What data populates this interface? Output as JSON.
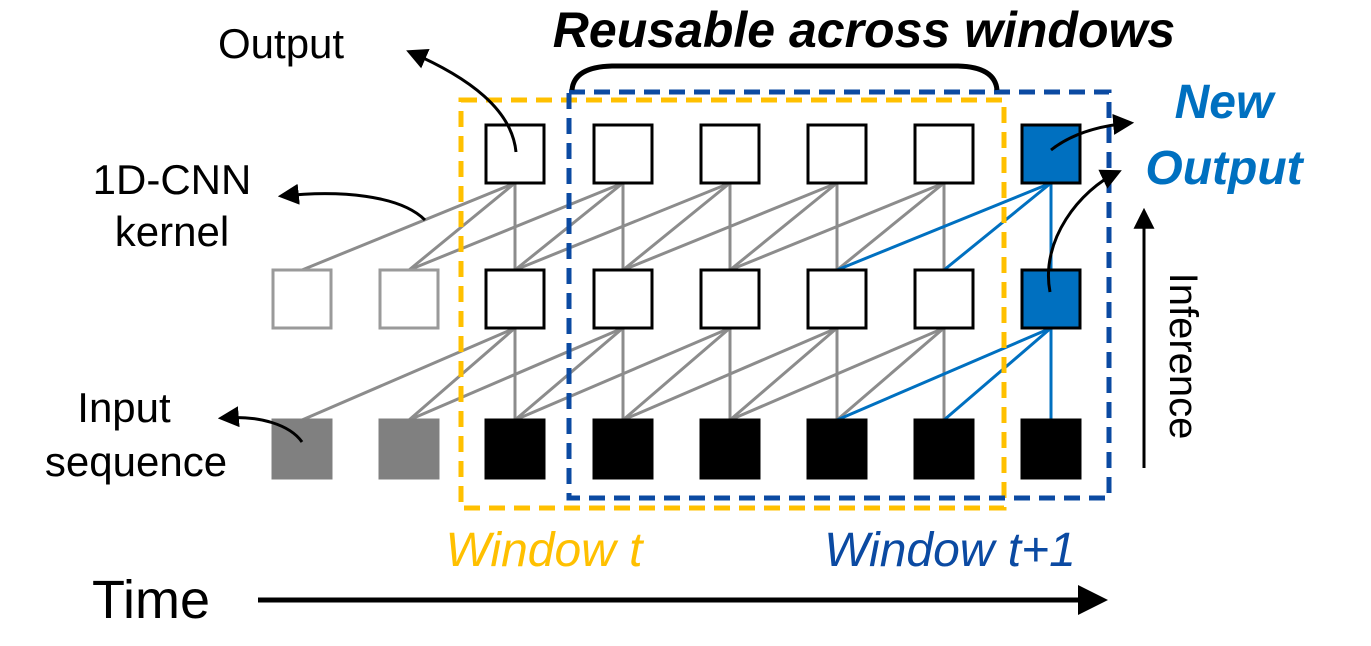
{
  "labels": {
    "output": "Output",
    "kernel_line1": "1D-CNN",
    "kernel_line2": "kernel",
    "input_line1": "Input",
    "input_line2": "sequence",
    "reusable": "Reusable across windows",
    "new_output_line1": "New",
    "new_output_line2": "Output",
    "inference": "Inference",
    "window_t": "Window t",
    "window_t1": "Window t+1",
    "time": "Time"
  },
  "colors": {
    "gray_line": "#8c8c8c",
    "gray_box": "#808080",
    "black": "#000000",
    "blue": "#0070c0",
    "window_t": "#ffc000",
    "window_t1": "#0b4aa2"
  }
}
